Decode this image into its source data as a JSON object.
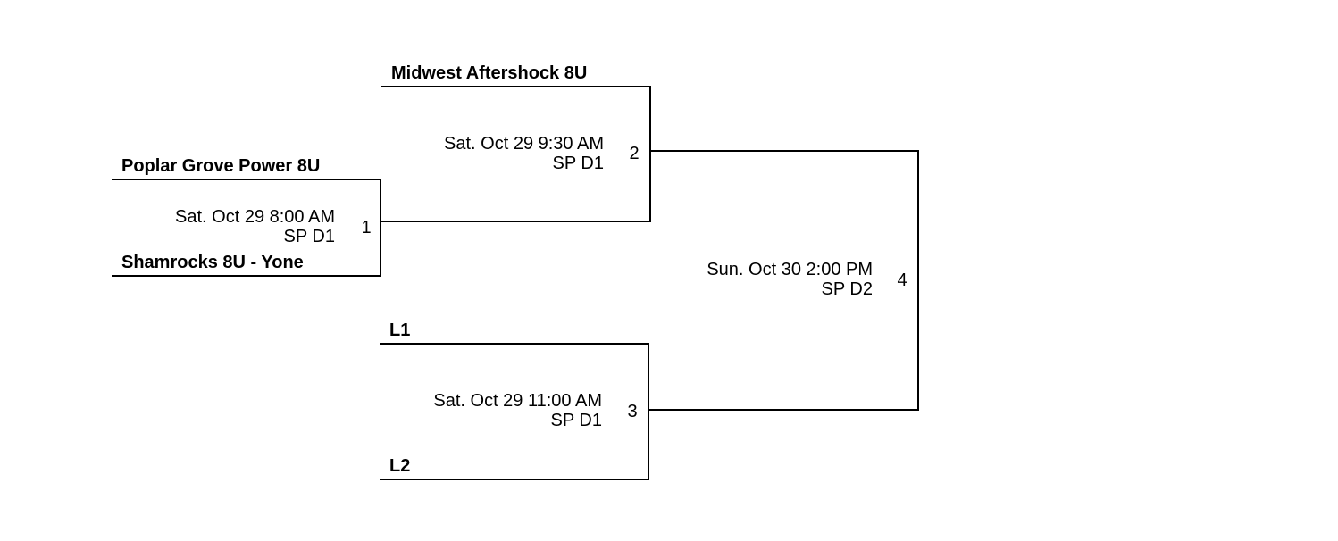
{
  "games": [
    {
      "number": "1",
      "date_time": "Sat. Oct 29 8:00 AM",
      "venue": "SP D1",
      "top_team": "Poplar Grove Power 8U",
      "bottom_team": "Shamrocks 8U - Yone"
    },
    {
      "number": "2",
      "date_time": "Sat. Oct 29 9:30 AM",
      "venue": "SP D1",
      "top_team": "Midwest Aftershock 8U"
    },
    {
      "number": "3",
      "date_time": "Sat. Oct 29 11:00 AM",
      "venue": "SP D1",
      "top_team": "L1",
      "bottom_team": "L2"
    },
    {
      "number": "4",
      "date_time": "Sun. Oct 30 2:00 PM",
      "venue": "SP D2"
    }
  ]
}
